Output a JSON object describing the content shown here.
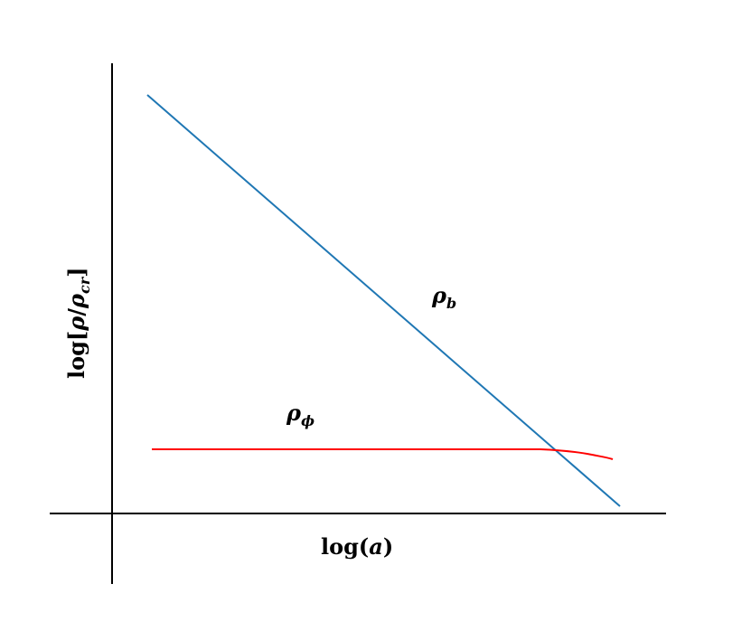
{
  "axes": {
    "x_label": {
      "prefix": "log(",
      "var": "a",
      "suffix": ")"
    },
    "y_label": {
      "prefix": "log[",
      "rho": "ρ",
      "slash": "/",
      "rho2": "ρ",
      "sub": "cr",
      "suffix": "]"
    }
  },
  "curves": [
    {
      "id": "rho_b",
      "symbol": "ρ",
      "subscript": "b",
      "color": "#1f77b4",
      "shape": "straight line, decreasing"
    },
    {
      "id": "rho_phi",
      "symbol": "ρ",
      "subscript": "ϕ",
      "color": "#ff0000",
      "shape": "flat, dipping slightly at the far right"
    }
  ],
  "colors": {
    "axes": "#000000",
    "background": "#ffffff"
  }
}
